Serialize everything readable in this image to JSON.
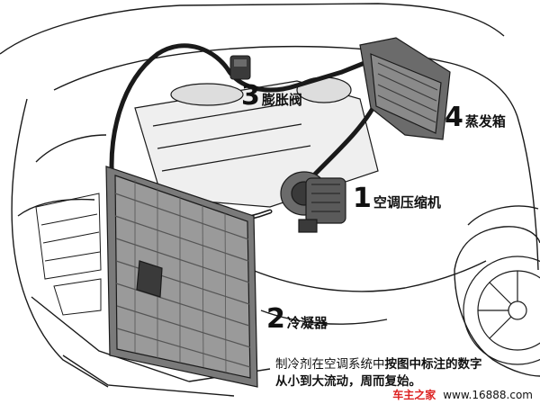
{
  "labels": {
    "compressor": {
      "number": "1",
      "text": "空调压缩机"
    },
    "condenser": {
      "number": "2",
      "text": "冷凝器"
    },
    "expansion_valve": {
      "number": "3",
      "text": "膨胀阀"
    },
    "evaporator": {
      "number": "4",
      "text": "蒸发箱"
    }
  },
  "caption": {
    "line1_plain": "制冷剂在空调系统中",
    "line1_bold": "按图中标注的数字",
    "line2_bold": "从小到大流动，周而复始。"
  },
  "watermark": {
    "brand": "车主之家",
    "site": "www.16888.com"
  },
  "colors": {
    "line": "#1a1a1a",
    "component_fill": "#6b6b6b",
    "component_dark": "#3a3a3a",
    "highlight_red": "#d22222"
  }
}
